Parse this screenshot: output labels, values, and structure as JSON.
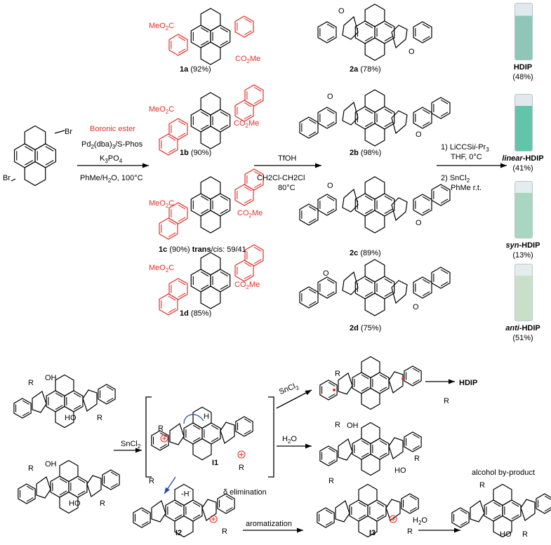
{
  "colors": {
    "reagent_red": "#e0302a",
    "ink": "#000000",
    "blue_arrow": "#2a4a9a",
    "vial_hdip": "#8fc6b8",
    "vial_linear": "#62c4a8",
    "vial_syn": "#a8d6c0",
    "vial_anti": "#c8e0c8"
  },
  "step1": {
    "reagent": "Boronic ester",
    "cond1": "Pd2(dba)3/S-Phos",
    "cond2": "K3PO4",
    "cond3": "PhMe/H2O, 100°C",
    "br1": "Br",
    "br2": "Br"
  },
  "step2": {
    "reagent": "TfOH",
    "cond1": "CH2Cl-CH2Cl",
    "cond2": "80°C"
  },
  "step3": {
    "cond1": "1) LiCCSii-Pr3",
    "cond2": "THF, 0°C",
    "cond3": "2) SnCl2",
    "cond4": "PhMe r.t."
  },
  "esters": {
    "co2me": "MeO2C",
    "co2me_r": "CO2Me"
  },
  "intermediates": [
    {
      "id": "1a",
      "yield": "(92%)"
    },
    {
      "id": "1b",
      "yield": "(90%)"
    },
    {
      "id": "1c",
      "yield": "(90%)",
      "note": "trans/cis: 59/41"
    },
    {
      "id": "1d",
      "yield": "(85%)"
    }
  ],
  "diketones": [
    {
      "id": "2a",
      "yield": "(78%)"
    },
    {
      "id": "2b",
      "yield": "(98%)"
    },
    {
      "id": "2c",
      "yield": "(89%)"
    },
    {
      "id": "2d",
      "yield": "(75%)"
    }
  ],
  "products": [
    {
      "name": "HDIP",
      "prefix": "",
      "yield": "(48%)"
    },
    {
      "name": "-HDIP",
      "prefix": "linear",
      "yield": "(41%)"
    },
    {
      "name": "-HDIP",
      "prefix": "syn",
      "yield": "(13%)"
    },
    {
      "name": "-HDIP",
      "prefix": "anti",
      "yield": "(51%)"
    }
  ],
  "mechanism": {
    "reagent1": "SnCl2",
    "reagent2": "SnCl2",
    "water1": "H2O",
    "water2": "H2O",
    "target": "HDIP",
    "hydride": "-H-",
    "elimination": "δ elimination",
    "aromatization": "aromatization",
    "byproduct": "alcohol by-product",
    "labels": [
      "I1",
      "I2",
      "I3"
    ],
    "R": "R",
    "OH": "OH",
    "HO": "HO",
    "H": "H",
    "O": "O"
  }
}
